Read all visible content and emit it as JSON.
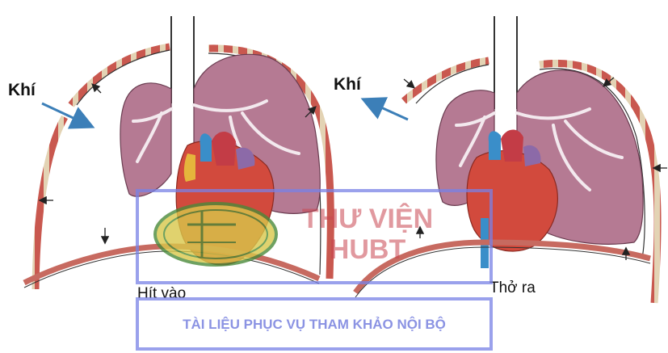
{
  "labels": {
    "air_left": "Khí",
    "air_right": "Khí",
    "inhale": "Hít vào",
    "exhale": "Thở ra"
  },
  "watermark": {
    "line1": "THƯ VIỆN",
    "line2": "HUBT",
    "note": "TÀI LIỆU PHỤC VỤ THAM KHẢO NỘI BỘ"
  },
  "colors": {
    "lung": "#b57a93",
    "lung_dark": "#9c5f7b",
    "rib": "#c9584f",
    "rib_band": "#e3d3b4",
    "air_arrow": "#3c7fb8",
    "heart": "#d24a3d",
    "aorta_blue": "#3a8ec9",
    "watermark_border": "#7882e6",
    "watermark_text": "#c84650"
  }
}
